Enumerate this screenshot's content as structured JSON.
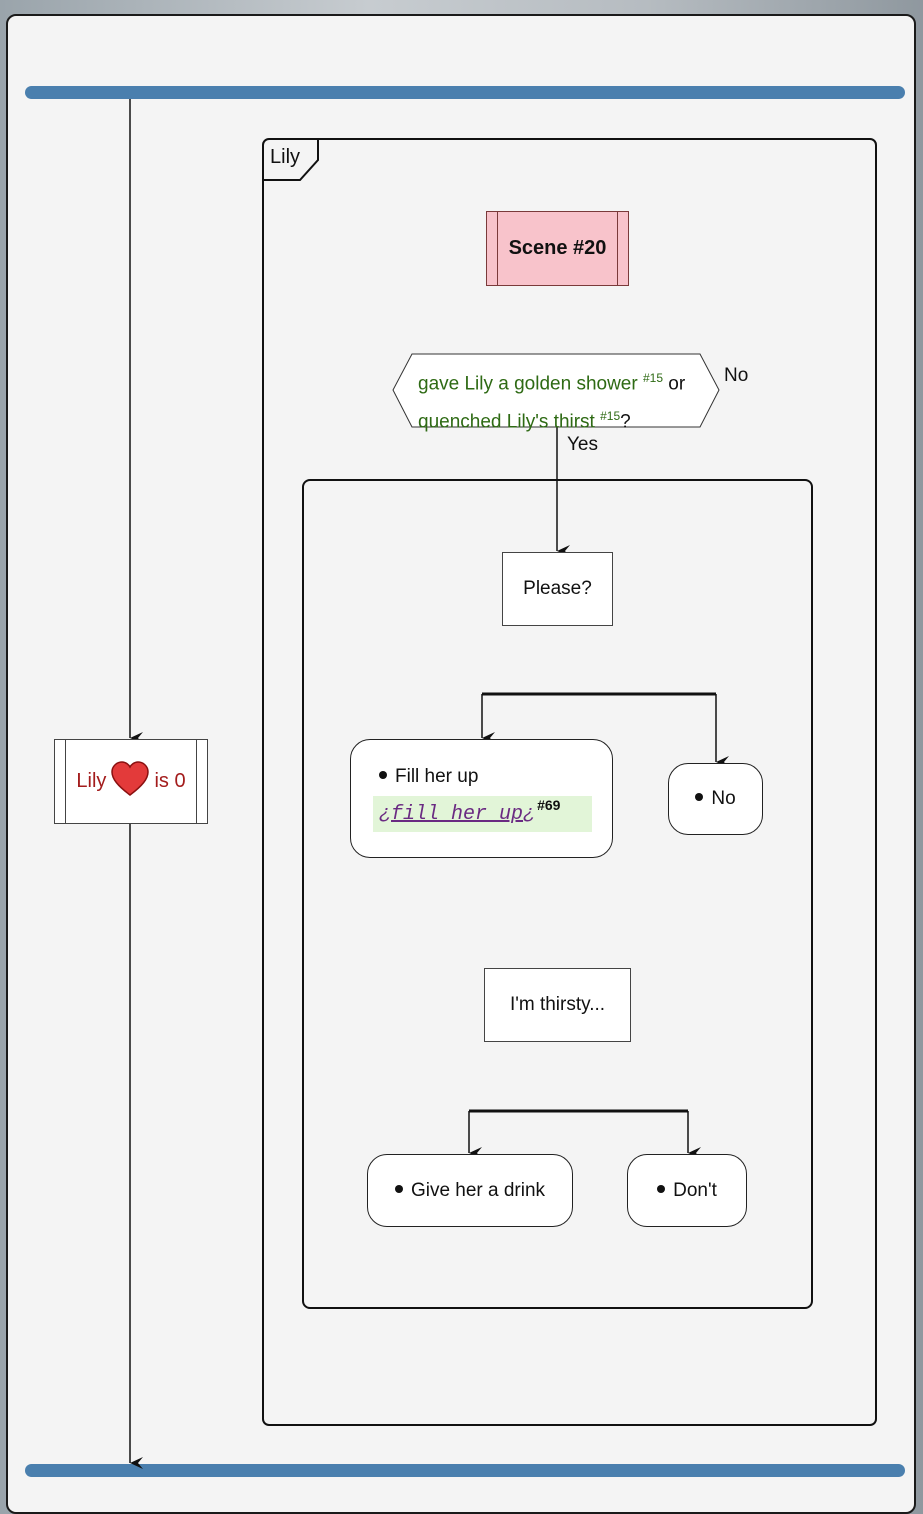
{
  "diagram": {
    "frame_label": "Lily",
    "scene_title": "Scene #20",
    "condition": {
      "line1_text": "gave Lily a golden shower ",
      "line1_ref": "#15",
      "line1_suffix": " or",
      "line2_text": "quenched Lily's thirst ",
      "line2_ref": "#15",
      "line2_suffix": "?"
    },
    "branch_no": "No",
    "branch_yes": "Yes",
    "prompt1": "Please?",
    "choice_fill": "Fill her up",
    "fill_code_open": "¿",
    "fill_code": "fill her up",
    "fill_code_close": "¿",
    "fill_ref": "#69",
    "choice_no": "No",
    "prompt2": "I'm thirsty...",
    "choice_drink": "Give her a drink",
    "choice_dont": "Don't",
    "stat_name": "Lily",
    "stat_value": "is 0"
  },
  "colors": {
    "bar": "#4a7fae",
    "scene_fill": "#f8c3cb",
    "condition_text": "#2e6a14",
    "stat_text": "#a31c1c",
    "heart": "#e33a3a",
    "code_bg": "#e2f5d8",
    "code_text": "#6a2a82"
  }
}
